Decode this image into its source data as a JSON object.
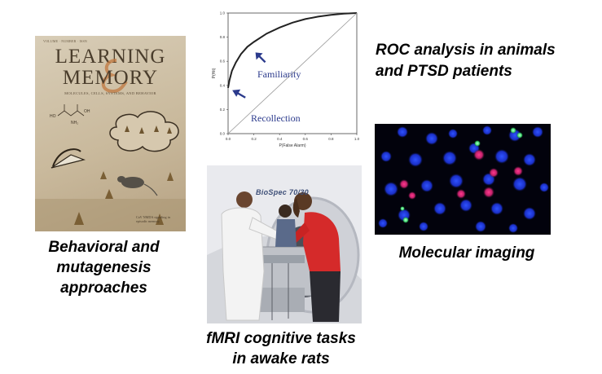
{
  "captions": {
    "roc": [
      "ROC analysis in animals",
      "and PTSD patients"
    ],
    "molecular": "Molecular imaging",
    "behavioral": [
      "Behavioral and",
      "mutagenesis",
      "approaches"
    ],
    "fmri": [
      "fMRI cognitive tasks",
      "in awake rats"
    ]
  },
  "cover": {
    "title_line1": "LEARNING",
    "title_line2": "MEMORY",
    "subtitle": "MOLECULES, CELLS, SYSTEMS, AND BEHAVIOR",
    "caption": "CaV NMDA signaling in episodic memory"
  },
  "photo": {
    "brand": "BioSpec 70/30"
  },
  "chart_data": {
    "type": "line",
    "xlabel": "P(False Alarm)",
    "ylabel": "P(Hit)",
    "xlim": [
      0,
      1.0
    ],
    "ylim": [
      0,
      1.0
    ],
    "x_ticks": [
      "0.0",
      "0.2",
      "0.4",
      "0.6",
      "0.8",
      "1.0"
    ],
    "y_ticks": [
      "0.0",
      "0.2",
      "0.4",
      "0.6",
      "0.8",
      "1.0"
    ],
    "grid": false,
    "legend": "none",
    "series": [
      {
        "x": [
          0.0,
          0.01,
          0.03,
          0.06,
          0.1,
          0.15,
          0.2,
          0.3,
          0.4,
          0.5,
          0.6,
          0.7,
          0.8,
          0.9,
          1.0
        ],
        "y": [
          0.38,
          0.44,
          0.52,
          0.59,
          0.66,
          0.72,
          0.76,
          0.83,
          0.88,
          0.92,
          0.95,
          0.97,
          0.985,
          0.995,
          1.0
        ],
        "color": "#222222"
      },
      {
        "x": [
          0.0,
          1.0
        ],
        "y": [
          0.0,
          1.0
        ],
        "color": "#999999"
      }
    ],
    "annotations": [
      {
        "text": "Familiarity",
        "arrow_to": [
          0.2,
          0.66
        ]
      },
      {
        "text": "Recollection",
        "arrow_to": [
          0.02,
          0.38
        ]
      }
    ],
    "annotation_color": "#2b3a8c"
  }
}
